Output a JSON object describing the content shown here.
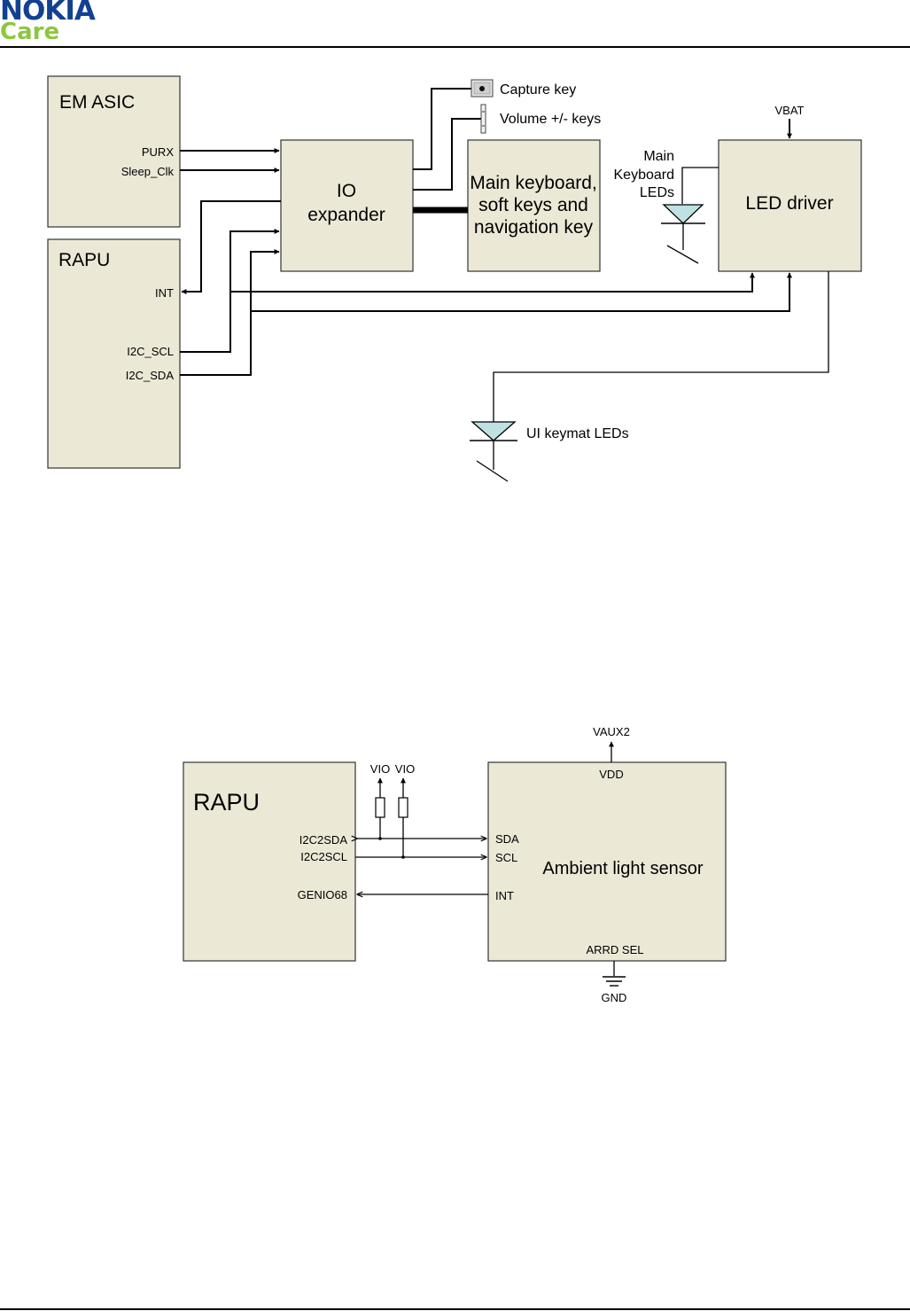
{
  "header": {
    "logo_word": "NOKIA",
    "logo_sub": "Care"
  },
  "colors": {
    "block_fill": "#ebe8d6",
    "led_fill": "#bfe1e3",
    "logo_blue": "#124191",
    "logo_green": "#8dc63f"
  },
  "diagram1": {
    "em_asic": {
      "title": "EM ASIC",
      "purx": "PURX",
      "sleep_clk": "Sleep_Clk"
    },
    "rapu": {
      "title": "RAPU",
      "int": "INT",
      "i2c_scl": "I2C_SCL",
      "i2c_sda": "I2C_SDA"
    },
    "io_expander": {
      "line1": "IO",
      "line2": "expander"
    },
    "main_keyboard": {
      "line1": "Main keyboard,",
      "line2": "soft keys and",
      "line3": "navigation key"
    },
    "led_driver": {
      "title": "LED driver"
    },
    "capture_key": "Capture key",
    "volume_keys": "Volume +/- keys",
    "vbat": "VBAT",
    "kbd_leds": {
      "line1": "Main",
      "line2": "Keyboard",
      "line3": "LEDs"
    },
    "ui_keymat_leds": "UI keymat LEDs"
  },
  "diagram2": {
    "rapu": {
      "title": "RAPU",
      "i2c2sda": "I2C2SDA",
      "i2c2scl": "I2C2SCL",
      "genio68": "GENIO68"
    },
    "vio1": "VIO",
    "vio2": "VIO",
    "sensor": {
      "title": "Ambient light sensor",
      "vdd": "VDD",
      "sda": "SDA",
      "scl": "SCL",
      "int": "INT",
      "arrd_sel": "ARRD SEL"
    },
    "vaux2": "VAUX2",
    "gnd": "GND"
  }
}
